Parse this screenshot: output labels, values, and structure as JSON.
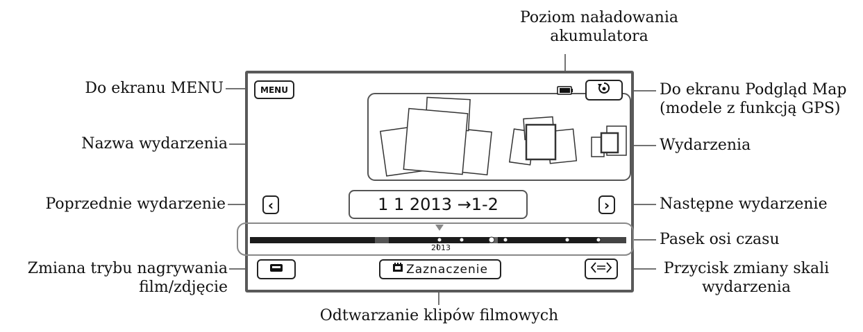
{
  "callouts": {
    "battery_line1": "Poziom naładowania",
    "battery_line2": "akumulatora",
    "menu": "Do ekranu MENU",
    "map_line1": "Do ekranu Podgląd Map",
    "map_line2": "(modele z funkcją GPS)",
    "event_name": "Nazwa wydarzenia",
    "events": "Wydarzenia",
    "prev_event": "Poprzednie wydarzenie",
    "next_event": "Następne wydarzenie",
    "timeline": "Pasek osi czasu",
    "mode_line1": "Zmiana trybu nagrywania",
    "mode_line2": "film/zdjęcie",
    "scale_line1": "Przycisk zmiany skali",
    "scale_line2": "wydarzenia",
    "highlight": "Odtwarzanie klipów filmowych"
  },
  "screen": {
    "menu_label": "MENU",
    "event_title": "1 1 2013 →1-2",
    "timeline_year": "2013",
    "highlight_label": "Zaznaczenie",
    "prev_glyph": "‹",
    "next_glyph": "›"
  },
  "icons": [
    "battery-icon",
    "map-view-icon",
    "prev-arrow-icon",
    "next-arrow-icon",
    "movie-photo-mode-icon",
    "highlight-film-icon",
    "scale-change-icon"
  ]
}
